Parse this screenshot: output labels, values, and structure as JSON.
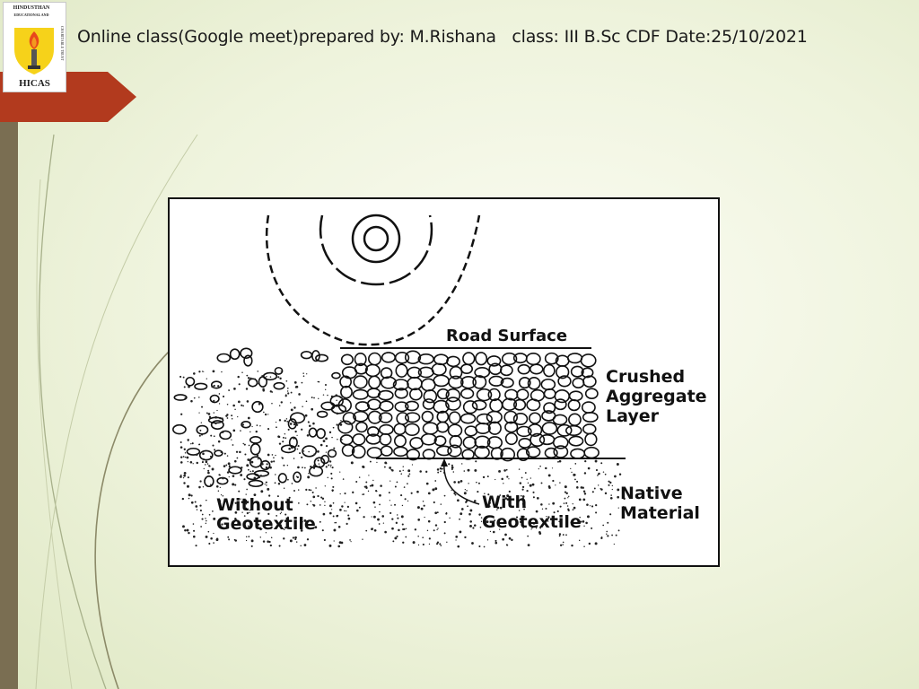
{
  "header": {
    "title": "Online class(Google meet)prepared by: M.Rishana   class: III B.Sc CDF Date:25/10/2021"
  },
  "logo": {
    "org_line1": "HINDUSTHAN",
    "org_line2": "EDUCATIONAL AND",
    "side_text": "CHARITABLE TRUST",
    "abbreviation": "HICAS",
    "icon": "torch-emblem-icon"
  },
  "colors": {
    "accent_red": "#b23a1e",
    "side_bar": "#7a6e52",
    "logo_orange": "#f39a1e",
    "logo_yellow": "#f6d21a"
  },
  "diagram": {
    "labels": {
      "road_surface": "Road Surface",
      "crushed_1": "Crushed",
      "crushed_2": "Aggregate",
      "crushed_3": "Layer",
      "without_1": "Without",
      "without_2": "Geotextile",
      "with_1": "With",
      "with_2": "Geotextile",
      "native_1": "Native",
      "native_2": "Material"
    }
  }
}
